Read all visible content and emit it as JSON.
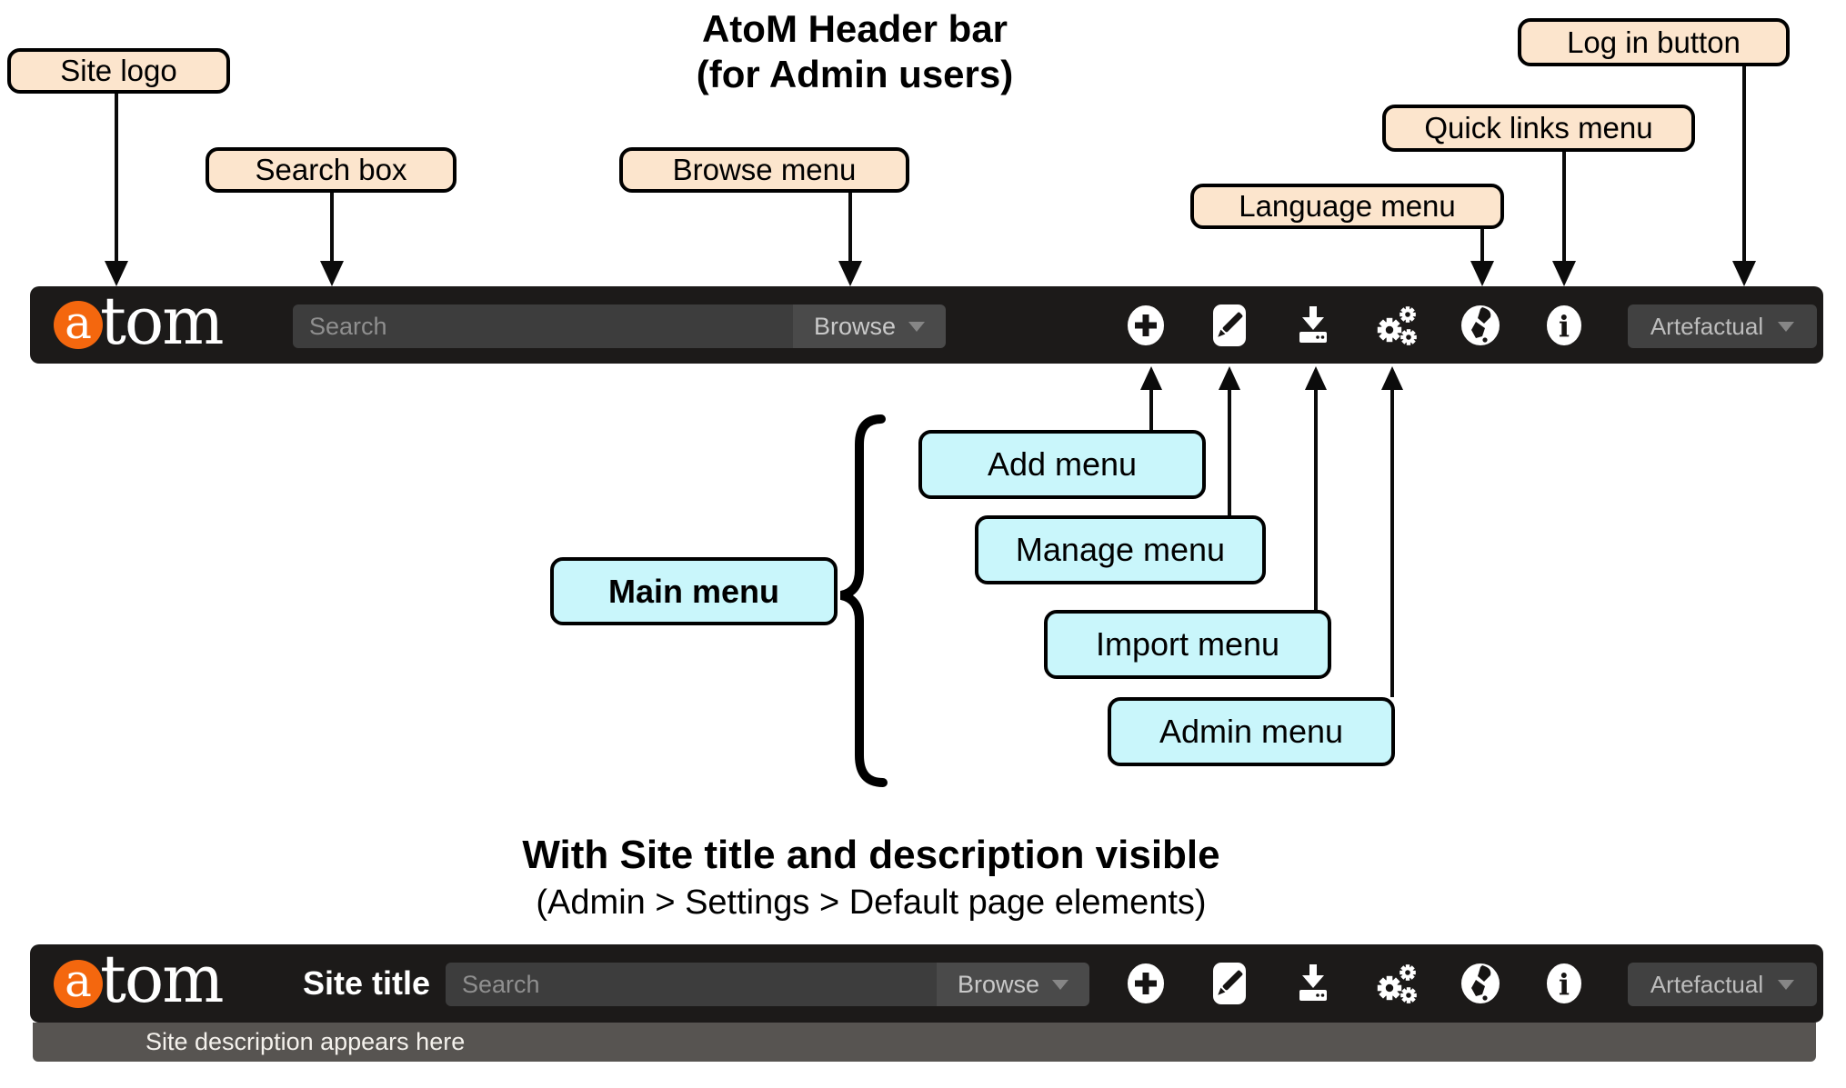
{
  "diagram1": {
    "title_line1": "AtoM Header bar",
    "title_line2": "(for Admin users)",
    "callouts": {
      "site_logo": "Site logo",
      "search_box": "Search box",
      "browse_menu": "Browse menu",
      "language_menu": "Language menu",
      "quick_links_menu": "Quick links menu",
      "log_in_button": "Log in button"
    },
    "menu_callouts": {
      "main_menu": "Main menu",
      "add_menu": "Add menu",
      "manage_menu": "Manage menu",
      "import_menu": "Import menu",
      "admin_menu": "Admin menu"
    }
  },
  "diagram2": {
    "title": "With Site title and description visible",
    "subtitle": "(Admin > Settings > Default page elements)"
  },
  "header_bar": {
    "logo_a": "a",
    "logo_rest": "tom",
    "search_placeholder": "Search",
    "browse_label": "Browse",
    "account_label": "Artefactual",
    "icons": [
      "add-icon",
      "edit-pencil-icon",
      "import-download-icon",
      "admin-gears-icon",
      "language-globe-icon",
      "quick-links-info-icon"
    ]
  },
  "header_bar2": {
    "site_title": "Site title",
    "site_description": "Site description appears here"
  },
  "colors": {
    "callout_peach": "#fce5cd",
    "callout_cyan": "#c9f6fb",
    "bar_background": "#1c1a19",
    "logo_orange": "#f4670e",
    "search_input_background": "#3d3d3d",
    "browse_segment_background": "#4a4a4a",
    "description_bar_background": "#575451"
  }
}
